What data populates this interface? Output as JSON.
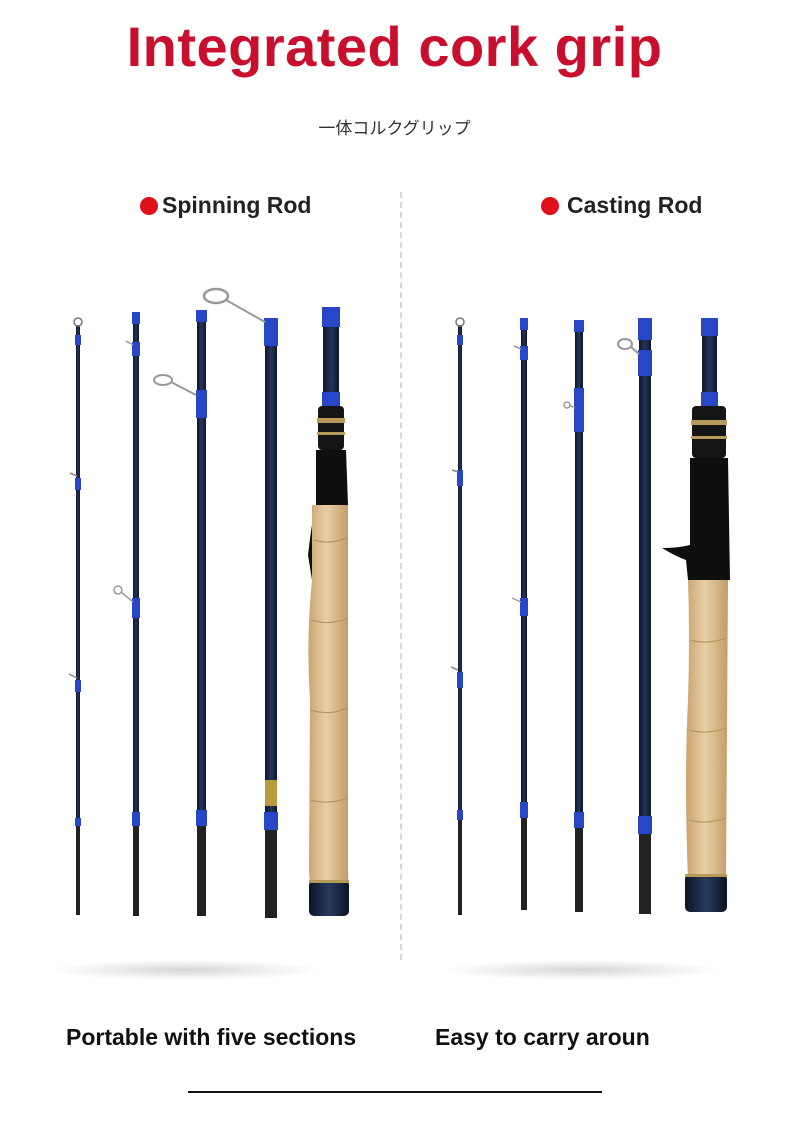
{
  "header": {
    "title": "Integrated cork grip",
    "subtitle": "一体コルクグリップ"
  },
  "left": {
    "label": "Spinning Rod",
    "caption": "Portable with five sections"
  },
  "right": {
    "label": "Casting Rod",
    "caption": "Easy to carry aroun"
  },
  "colors": {
    "title_red": "#c8102e",
    "dot_red": "#e0101a",
    "blank_navy": "#1a2440",
    "wrap_blue": "#2846c8",
    "cork": "#d9b98a"
  }
}
